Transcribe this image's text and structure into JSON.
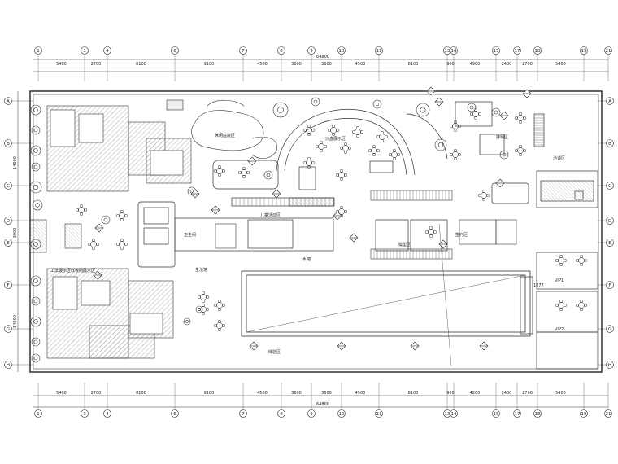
{
  "grid_columns": [
    "1",
    "3",
    "4",
    "6",
    "7",
    "8",
    "9",
    "10",
    "11",
    "13",
    "14",
    "15",
    "17",
    "18",
    "19",
    "21"
  ],
  "grid_rows": [
    "A",
    "B",
    "C",
    "D",
    "E",
    "F",
    "G",
    "H"
  ],
  "top_dimensions": [
    "5400",
    "2700",
    "8100",
    "9100",
    "4500",
    "3600",
    "3600",
    "4500",
    "8100",
    "900",
    "4900",
    "2400",
    "2700",
    "5400"
  ],
  "top_total": "64800",
  "bottom_dimensions": [
    "5400",
    "2700",
    "8100",
    "9100",
    "4500",
    "3600",
    "3600",
    "4500",
    "8100",
    "900",
    "4200",
    "2400",
    "2700",
    "5400"
  ],
  "bottom_total": "64800",
  "left_dimensions": [
    "14000",
    "3000",
    "14000"
  ],
  "room_labels": {
    "garden": "休闲庭院区",
    "lounge": "儿童活动区",
    "wc": "卫生间",
    "sales_top": "沙盘展示区",
    "model": "模型区",
    "vip1": "VIP1",
    "vip2": "VIP2",
    "office": "洽谈区",
    "reception": "接待区",
    "bar": "水吧",
    "sign": "签约区",
    "life": "生活馆",
    "showroom_left": "工法展示区样板间展示区",
    "corridor": "体验区",
    "vip_label": "1077"
  },
  "colors": {
    "line": "#2a2a2a",
    "hatch": "#8a8a8a",
    "tree": "#333333"
  }
}
